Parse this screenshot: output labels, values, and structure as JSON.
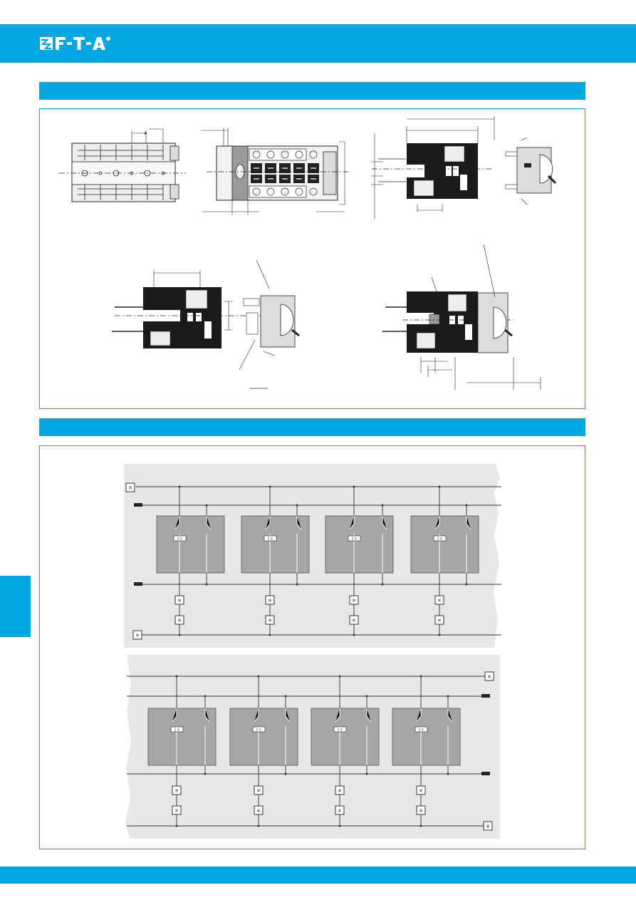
{
  "header": {
    "logo_text": "F-T-A",
    "registered_mark": "®"
  },
  "section1": {
    "heading": ""
  },
  "section2": {
    "heading": ""
  },
  "diagram": {
    "trip_symbol": "I >",
    "terminal_symbol": "×",
    "device_count_per_row": 4
  },
  "colors": {
    "brand_blue": "#00a7e1",
    "device_body": "#a6a6a6",
    "panel_background": "#e7e7e7",
    "drawing_dark": "#1a1a1a"
  }
}
